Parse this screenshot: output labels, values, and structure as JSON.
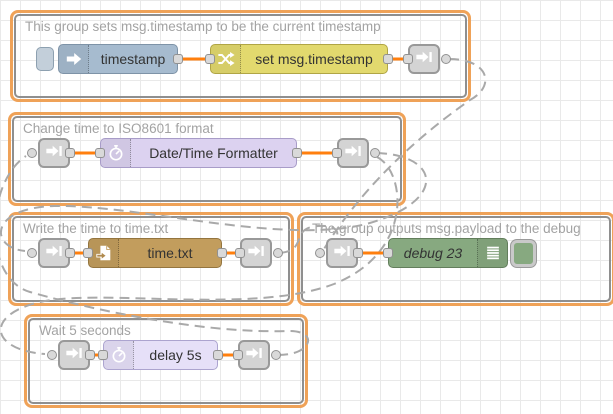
{
  "app": {
    "name": "Node-RED flow editor canvas"
  },
  "colors": {
    "group_border": "#efa258",
    "group_inner_border": "#8f8f8f",
    "wire": "#ff7f0e",
    "link_wire": "#a9a9a9",
    "port_fill": "#d9d9d9",
    "port_border": "#919191",
    "inject_node": "#a6bbcf",
    "change_node": "#e2d96e",
    "formatter_node": "#dcd2f0",
    "file_node": "#c29d5d",
    "debug_node": "#87a980",
    "delay_node": "#e6e0f8",
    "link_node": "#d4d4d4",
    "canvas_grid": "#e9e9e9"
  },
  "groups": [
    {
      "title": "This group sets msg.timestamp to be the current timestamp"
    },
    {
      "title": "Change time to ISO8601 format"
    },
    {
      "title": "Write the time to time.txt"
    },
    {
      "title": "The group outputs msg.payload to the debug"
    },
    {
      "title": "Wait 5 seconds"
    }
  ],
  "nodes": {
    "inject": {
      "label": "timestamp",
      "icon": "inject-arrow-icon"
    },
    "change": {
      "label": "set msg.timestamp",
      "icon": "shuffle-icon"
    },
    "formatter": {
      "label": "Date/Time Formatter",
      "icon": "timer-icon"
    },
    "file": {
      "label": "time.txt",
      "icon": "file-out-icon"
    },
    "debug": {
      "label": "debug 23",
      "icon": "debug-list-icon"
    },
    "delay": {
      "label": "delay 5s",
      "icon": "timer-icon"
    }
  }
}
